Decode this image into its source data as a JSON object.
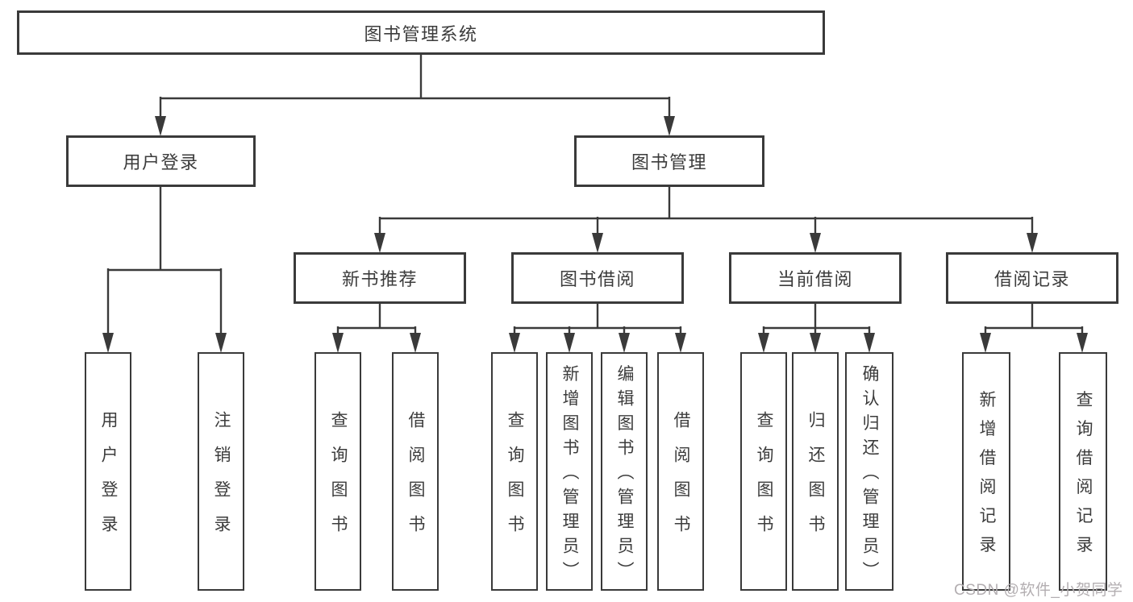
{
  "diagram_title": "图书管理系统",
  "tree": {
    "root": {
      "label": "图书管理系统",
      "children": [
        {
          "label": "用户登录",
          "children": [
            {
              "label": "用户登录"
            },
            {
              "label": "注销登录"
            }
          ]
        },
        {
          "label": "图书管理",
          "children": [
            {
              "label": "新书推荐",
              "children": [
                {
                  "label": "查询图书"
                },
                {
                  "label": "借阅图书"
                }
              ]
            },
            {
              "label": "图书借阅",
              "children": [
                {
                  "label": "查询图书"
                },
                {
                  "label": "新增图书（管理员）"
                },
                {
                  "label": "编辑图书（管理员）"
                },
                {
                  "label": "借阅图书"
                }
              ]
            },
            {
              "label": "当前借阅",
              "children": [
                {
                  "label": "查询图书"
                },
                {
                  "label": "归还图书"
                },
                {
                  "label": "确认归还（管理员）"
                }
              ]
            },
            {
              "label": "借阅记录",
              "children": [
                {
                  "label": "新增借阅记录"
                },
                {
                  "label": "查询借阅记录"
                }
              ]
            }
          ]
        }
      ]
    }
  },
  "watermark": {
    "text": "CSDN @软件_小贺同学"
  },
  "colors": {
    "line": "#3a3a3a",
    "text": "#3c3c3c",
    "watermark": "#b3aeb1",
    "background": "#ffffff"
  }
}
